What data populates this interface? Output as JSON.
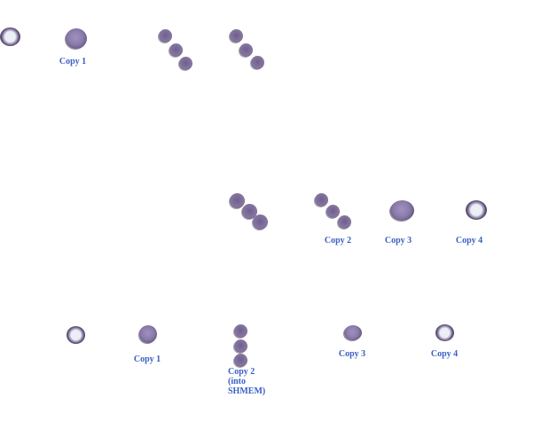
{
  "figure": {
    "background_color": "#FFFFFF",
    "label_color": "#3A5FC4",
    "cell_colors": {
      "solid_fill": "#8B7CAB",
      "rim_dark": "#493C5A",
      "white_core": "#ECEEF5"
    },
    "groups": [
      {
        "id": "top-original",
        "row": "top",
        "cell_type": "white-core-cell",
        "cell_count": 1
      },
      {
        "id": "top-copy1",
        "row": "top",
        "cell_type": "solid-cell",
        "cell_count": 1,
        "label": "Copy 1"
      },
      {
        "id": "top-cluster-a",
        "row": "top",
        "cell_type": "small-cell-diagonal-cluster",
        "cell_count": 3
      },
      {
        "id": "top-cluster-b",
        "row": "top",
        "cell_type": "small-cell-diagonal-cluster",
        "cell_count": 3
      },
      {
        "id": "mid-cluster",
        "row": "middle",
        "cell_type": "small-cell-diagonal-cluster",
        "cell_count": 3
      },
      {
        "id": "mid-copy2",
        "row": "middle",
        "cell_type": "small-cell-diagonal-cluster",
        "cell_count": 3,
        "label": "Copy 2"
      },
      {
        "id": "mid-copy3",
        "row": "middle",
        "cell_type": "solid-cell",
        "cell_count": 1,
        "label": "Copy 3"
      },
      {
        "id": "mid-copy4",
        "row": "middle",
        "cell_type": "white-core-cell",
        "cell_count": 1,
        "label": "Copy 4"
      },
      {
        "id": "bottom-original",
        "row": "bottom",
        "cell_type": "white-core-cell",
        "cell_count": 1
      },
      {
        "id": "bottom-copy1",
        "row": "bottom",
        "cell_type": "solid-cell",
        "cell_count": 1,
        "label": "Copy 1"
      },
      {
        "id": "bottom-copy2",
        "row": "bottom",
        "cell_type": "small-cell-vertical-stack",
        "cell_count": 3,
        "label_lines": [
          "Copy 2",
          "(into",
          "SHMEM)"
        ]
      },
      {
        "id": "bottom-copy3",
        "row": "bottom",
        "cell_type": "solid-cell",
        "cell_count": 1,
        "label": "Copy 3"
      },
      {
        "id": "bottom-copy4",
        "row": "bottom",
        "cell_type": "white-core-cell",
        "cell_count": 1,
        "label": "Copy 4"
      }
    ]
  }
}
